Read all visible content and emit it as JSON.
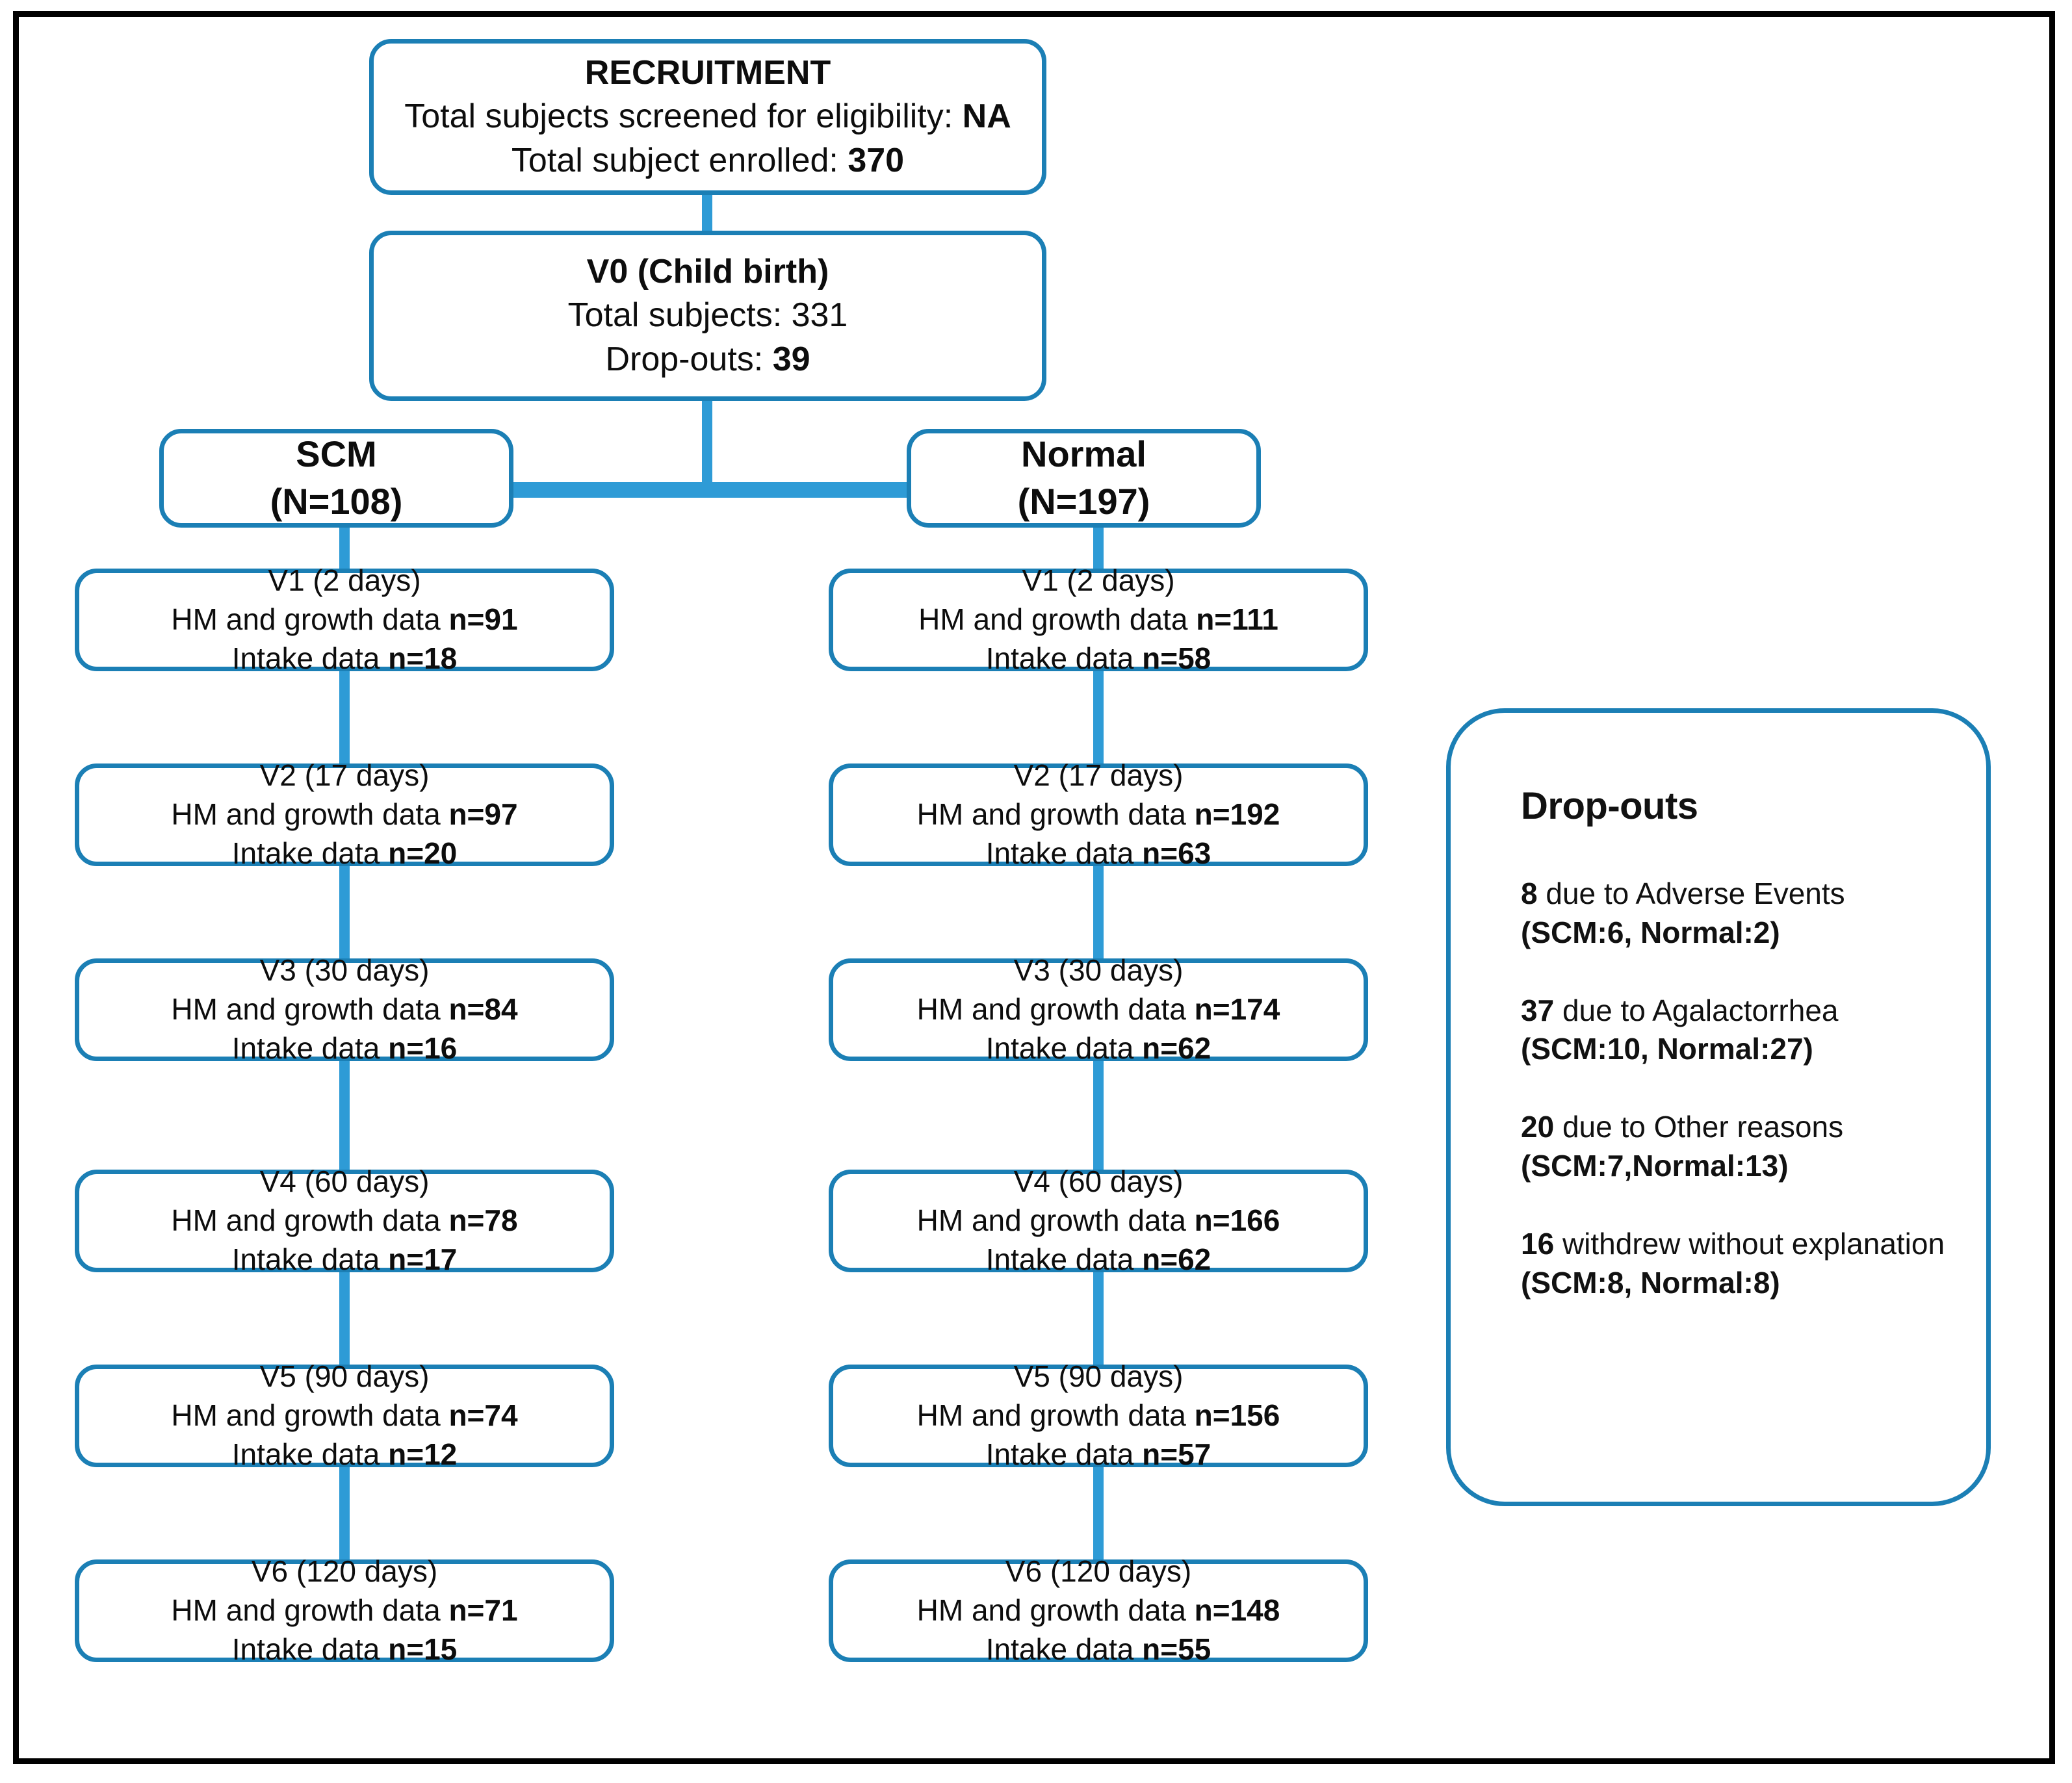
{
  "figure": {
    "type": "study-flow-diagram",
    "accent_color": "#1b7fb5",
    "connector_color": "#2e9bd6",
    "frame_color": "#000000"
  },
  "recruitment": {
    "title": "RECRUITMENT",
    "line_screened_label": "Total subjects screened for eligibility: ",
    "line_screened_value": "NA",
    "line_enrolled_label": "Total subject enrolled: ",
    "line_enrolled_value": "370"
  },
  "v0": {
    "title": "V0 (Child birth)",
    "total_label": "Total subjects: 331",
    "dropouts_label": "Drop-outs: ",
    "dropouts_value": "39"
  },
  "arms": [
    {
      "name": "SCM",
      "n_label": "(N=108)"
    },
    {
      "name": "Normal",
      "n_label": "(N=197)"
    }
  ],
  "visits": {
    "hm_label": "HM and growth data ",
    "intake_label": "Intake data ",
    "scm": [
      {
        "title": "V1 (2 days)",
        "hm": "n=91",
        "intake": "n=18"
      },
      {
        "title": "V2 (17 days)",
        "hm": "n=97",
        "intake": "n=20"
      },
      {
        "title": "V3 (30 days)",
        "hm": "n=84",
        "intake": "n=16"
      },
      {
        "title": "V4 (60 days)",
        "hm": "n=78",
        "intake": "n=17"
      },
      {
        "title": "V5 (90 days)",
        "hm": "n=74",
        "intake": "n=12"
      },
      {
        "title": "V6 (120 days)",
        "hm": "n=71",
        "intake": "n=15"
      }
    ],
    "normal": [
      {
        "title": "V1 (2 days)",
        "hm": "n=111",
        "intake": "n=58"
      },
      {
        "title": "V2 (17 days)",
        "hm": "n=192",
        "intake": "n=63"
      },
      {
        "title": "V3 (30 days)",
        "hm": "n=174",
        "intake": "n=62"
      },
      {
        "title": "V4 (60 days)",
        "hm": "n=166",
        "intake": "n=62"
      },
      {
        "title": "V5 (90 days)",
        "hm": "n=156",
        "intake": "n=57"
      },
      {
        "title": "V6 (120 days)",
        "hm": "n=148",
        "intake": "n=55"
      }
    ]
  },
  "dropouts_panel": {
    "title": "Drop-outs",
    "items": [
      {
        "count": "8",
        "reason": " due to Adverse Events",
        "breakdown": "(SCM:6, Normal:2)"
      },
      {
        "count": "37",
        "reason": " due to Agalactorrhea",
        "breakdown": "(SCM:10, Normal:27)"
      },
      {
        "count": "20",
        "reason": " due to Other reasons",
        "breakdown": "(SCM:7,Normal:13)"
      },
      {
        "count": "16",
        "reason": " withdrew without explanation",
        "breakdown": "(SCM:8, Normal:8)"
      }
    ]
  }
}
